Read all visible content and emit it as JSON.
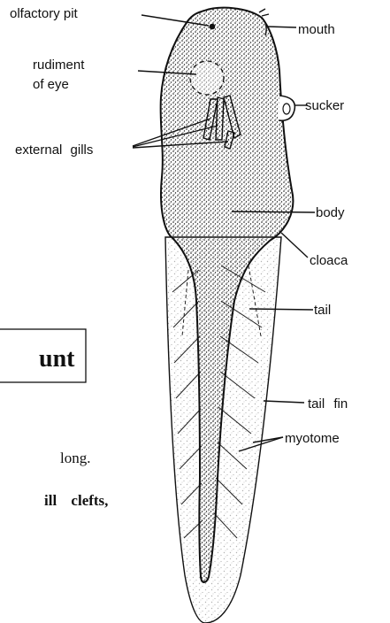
{
  "labels": {
    "olfactory_pit": "olfactory pit",
    "mouth": "mouth",
    "rudiment_of_eye_line1": "rudiment",
    "rudiment_of_eye_line2": "of eye",
    "sucker": "sucker",
    "external_gills": "external gills",
    "body": "body",
    "cloaca": "cloaca",
    "tail": "tail",
    "tail_fin": "tail fin",
    "myotome": "myotome"
  },
  "book_fragments": {
    "heading_fragment": "unt",
    "text_long": "long.",
    "text_clefts": "ill clefts,"
  }
}
